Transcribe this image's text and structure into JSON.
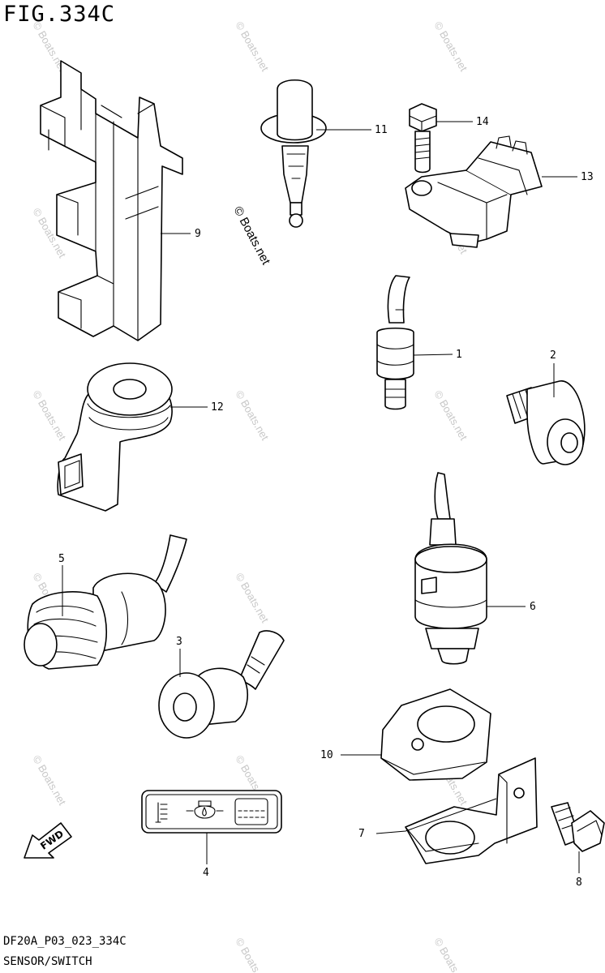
{
  "figure": {
    "title": "FIG.334C",
    "code": "DF20A_P03_023_334C",
    "caption": "SENSOR/SWITCH"
  },
  "watermark": {
    "text": "© Boats.net",
    "color": "#c8c8c8"
  },
  "fwd_label": "FWD",
  "callouts": [
    {
      "id": "1",
      "part": "sensor-with-wire"
    },
    {
      "id": "2",
      "part": "knock-sensor"
    },
    {
      "id": "3",
      "part": "plug-with-hose"
    },
    {
      "id": "4",
      "part": "warning-label"
    },
    {
      "id": "5",
      "part": "rubber-boot"
    },
    {
      "id": "6",
      "part": "pressure-switch"
    },
    {
      "id": "7",
      "part": "bracket"
    },
    {
      "id": "8",
      "part": "bolt"
    },
    {
      "id": "9",
      "part": "connector-holder"
    },
    {
      "id": "10",
      "part": "plate"
    },
    {
      "id": "11",
      "part": "temperature-sensor"
    },
    {
      "id": "12",
      "part": "grommet"
    },
    {
      "id": "13",
      "part": "map-sensor"
    },
    {
      "id": "14",
      "part": "bolt"
    }
  ]
}
